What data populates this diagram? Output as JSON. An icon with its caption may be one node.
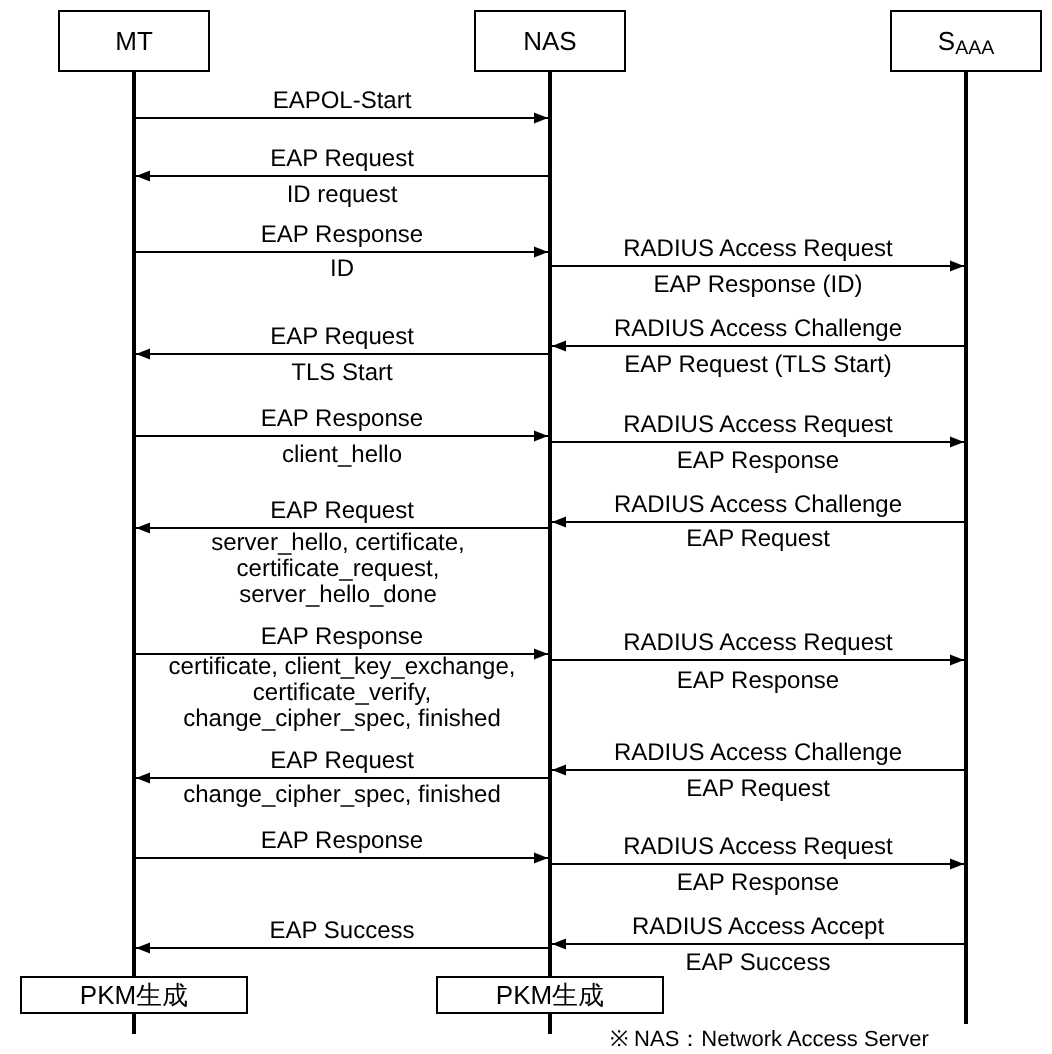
{
  "diagram": {
    "nodes": [
      {
        "text": [
          "MT"
        ]
      },
      {
        "text": [
          "NAS"
        ]
      },
      {
        "text": [
          "S$_{AAA}$"
        ]
      },
      {
        "text": [
          "PKM生成"
        ]
      },
      {
        "text": [
          "PKM生成"
        ]
      }
    ],
    "edges": [
      {
        "from": 0,
        "to": 1,
        "arrow": "to",
        "label": "EAPOL-Start"
      },
      {
        "from": 1,
        "to": 0,
        "arrow": "to",
        "label": "EAP Request"
      },
      {
        "from": 0,
        "to": 1,
        "arrow": "to",
        "label": "EAP Response"
      },
      {
        "from": 1,
        "to": 2,
        "arrow": "to",
        "label": "RADIUS Access Request"
      },
      {
        "from": 2,
        "to": 1,
        "arrow": "to",
        "label": "RADIUS Access Challenge"
      },
      {
        "from": 1,
        "to": 0,
        "arrow": "to",
        "label": "EAP Request"
      },
      {
        "from": 0,
        "to": 1,
        "arrow": "to",
        "label": "EAP Response"
      },
      {
        "from": 1,
        "to": 2,
        "arrow": "to",
        "label": "RADIUS Access Request"
      },
      {
        "from": 2,
        "to": 1,
        "arrow": "to",
        "label": "RADIUS Access Challenge"
      },
      {
        "from": 1,
        "to": 0,
        "arrow": "to",
        "label": "EAP Request"
      },
      {
        "from": 0,
        "to": 1,
        "arrow": "to",
        "label": "EAP Response"
      },
      {
        "from": 1,
        "to": 2,
        "arrow": "to",
        "label": "RADIUS Access Request"
      },
      {
        "from": 2,
        "to": 1,
        "arrow": "to",
        "label": "RADIUS Access Challenge"
      },
      {
        "from": 1,
        "to": 0,
        "arrow": "to",
        "label": "EAP Request"
      },
      {
        "from": 0,
        "to": 1,
        "arrow": "to",
        "label": "EAP Response"
      },
      {
        "from": 1,
        "to": 2,
        "arrow": "to",
        "label": "RADIUS Access Request"
      },
      {
        "from": 2,
        "to": 1,
        "arrow": "to",
        "label": "RADIUS Access Accept"
      },
      {
        "from": 1,
        "to": 0,
        "arrow": "to",
        "label": "EAP Success"
      }
    ],
    "labels": [
      "ID request",
      "ID",
      "EAP Response (ID)",
      "EAP Request (TLS Start)",
      "TLS Start",
      "client_hello",
      "EAP Response",
      "EAP Request",
      "server_hello, certificate, certificate_request, server_hello_done",
      "certificate, client_key_exchange, certificate_verify, change_cipher_spec, finished",
      "EAP Response",
      "EAP Request",
      "change_cipher_spec, finished",
      "EAP Response",
      "EAP Success",
      "※ NAS：Network Access Server"
    ]
  }
}
